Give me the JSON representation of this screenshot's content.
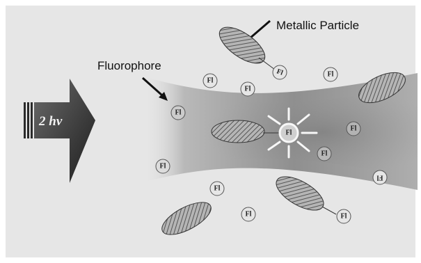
{
  "labels": {
    "metallic_particle": "Metallic Particle",
    "fluorophore": "Fluorophore",
    "excitation": "2 hν",
    "fluorophore_symbol": "Fl"
  },
  "colors": {
    "background": "#e6e6e6",
    "beam_center": "#8a8a8a",
    "particle_fill": "#9a9a9a",
    "arrow_dark": "#333333"
  },
  "icons": [
    "excitation-arrow-icon",
    "pointer-arrow-icon",
    "starburst-icon"
  ]
}
